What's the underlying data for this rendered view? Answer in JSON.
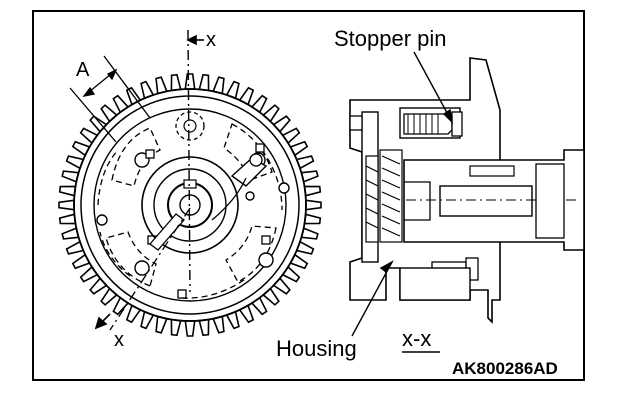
{
  "labels": {
    "section_top": "x",
    "section_bottom": "x",
    "dimension": "A",
    "stopper_pin": "Stopper pin",
    "housing": "Housing",
    "section_view": "x-x"
  },
  "figure_code": "AK800286AD",
  "colors": {
    "line": "#000000",
    "background": "#ffffff"
  }
}
